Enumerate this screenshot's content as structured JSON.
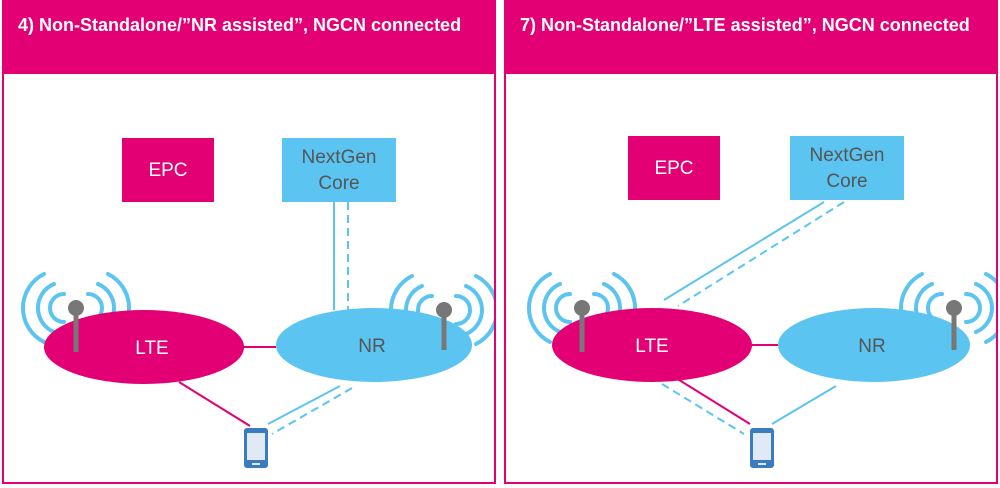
{
  "colors": {
    "magenta": "#e20074",
    "cyan": "#5bc4f1",
    "antenna": "#777777",
    "phone": "#3b7cc0"
  },
  "panels": [
    {
      "title": "4) Non-Standalone/”NR assisted”, NGCN connected",
      "epc_label": "EPC",
      "nextgen_label_line1": "NextGen",
      "nextgen_label_line2": "Core",
      "lte_label": "LTE",
      "nr_label": "NR"
    },
    {
      "title": "7) Non-Standalone/”LTE assisted”, NGCN connected",
      "epc_label": "EPC",
      "nextgen_label_line1": "NextGen",
      "nextgen_label_line2": "Core",
      "lte_label": "LTE",
      "nr_label": "NR"
    }
  ]
}
